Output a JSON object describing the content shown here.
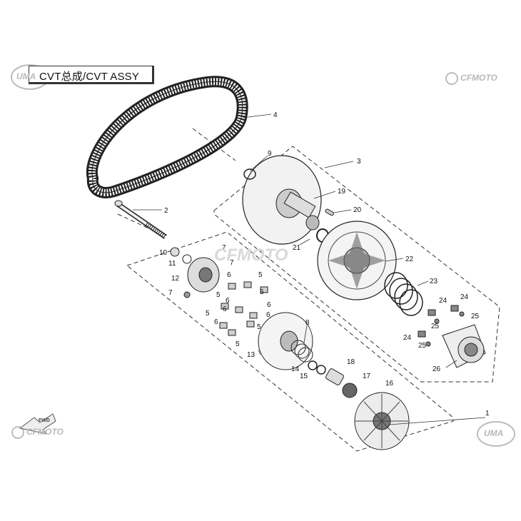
{
  "title": "CVT总成/CVT ASSY",
  "brand": {
    "uma_top": "UMA",
    "uma_bottom": "UMA",
    "cfmoto_top": "CFMOTO",
    "cfmoto_bottom": "CFMOTO",
    "watermark": "CFMOTO"
  },
  "direction_tag": "FWD",
  "callouts": [
    "1",
    "2",
    "3",
    "4",
    "5",
    "5",
    "5",
    "5",
    "5",
    "5",
    "6",
    "6",
    "6",
    "6",
    "6",
    "6",
    "7",
    "7",
    "7",
    "8",
    "9",
    "10",
    "11",
    "12",
    "13",
    "14",
    "15",
    "16",
    "17",
    "18",
    "19",
    "20",
    "21",
    "22",
    "23",
    "24",
    "24",
    "24",
    "25",
    "25",
    "25",
    "26"
  ],
  "colors": {
    "line": "#222222",
    "part_fill": "#e6e6e6",
    "part_dark": "#555555",
    "logo": "#bcbcbc"
  },
  "icons": [
    "uma-logo-icon",
    "cfmoto-logo-icon",
    "fwd-arrow-icon"
  ]
}
